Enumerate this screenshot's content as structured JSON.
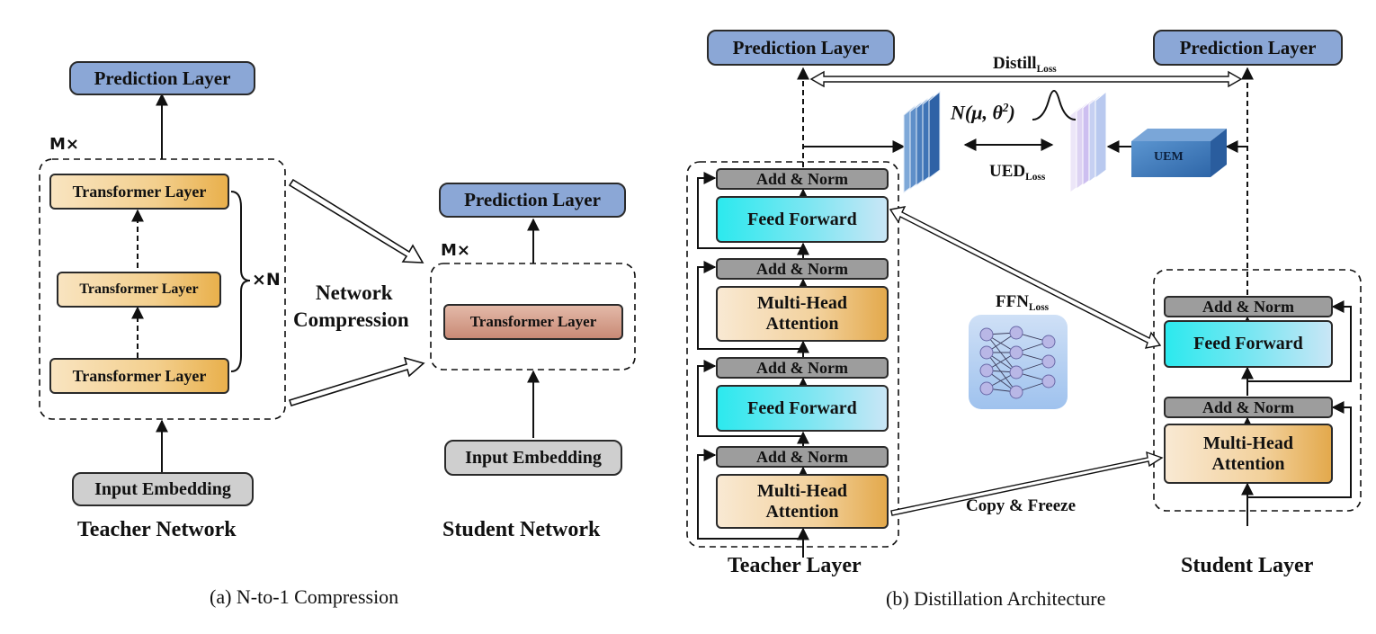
{
  "panel_a": {
    "teacher": {
      "prediction_layer": "Prediction Layer",
      "repeat_label": "M×",
      "layers": [
        "Transformer Layer",
        "Transformer Layer",
        "Transformer Layer"
      ],
      "times_n": "×N",
      "input_embedding": "Input Embedding",
      "title": "Teacher Network"
    },
    "compression_label": [
      "Network",
      "Compression"
    ],
    "student": {
      "prediction_layer": "Prediction Layer",
      "repeat_label": "M×",
      "layer": "Transformer Layer",
      "input_embedding": "Input Embedding",
      "title": "Student Network"
    },
    "caption": "(a) N-to-1 Compression"
  },
  "panel_b": {
    "teacher_prediction": "Prediction Layer",
    "student_prediction": "Prediction Layer",
    "distill_loss": {
      "base": "Distill",
      "sub": "Loss"
    },
    "uem": "UEM",
    "ued_loss": {
      "base": "UED",
      "sub": "Loss"
    },
    "ffn_loss": {
      "base": "FFN",
      "sub": "Loss"
    },
    "copy_freeze": "Copy & Freeze",
    "add_norm": "Add & Norm",
    "feed_forward": "Feed Forward",
    "multi_head": [
      "Multi-Head",
      "Attention"
    ],
    "teacher_title": "Teacher Layer",
    "student_title": "Student Layer",
    "caption": "(b) Distillation Architecture"
  },
  "colors": {
    "prediction": "#8ba7d6",
    "transformer": "#f3cf8d",
    "student_transformer": "#c98a76",
    "input": "#cfcfcf",
    "add_norm": "#9d9d9d",
    "feed_forward": "#2ce9ee",
    "attention": "#f2d09a",
    "uem": "#3f77b5"
  }
}
